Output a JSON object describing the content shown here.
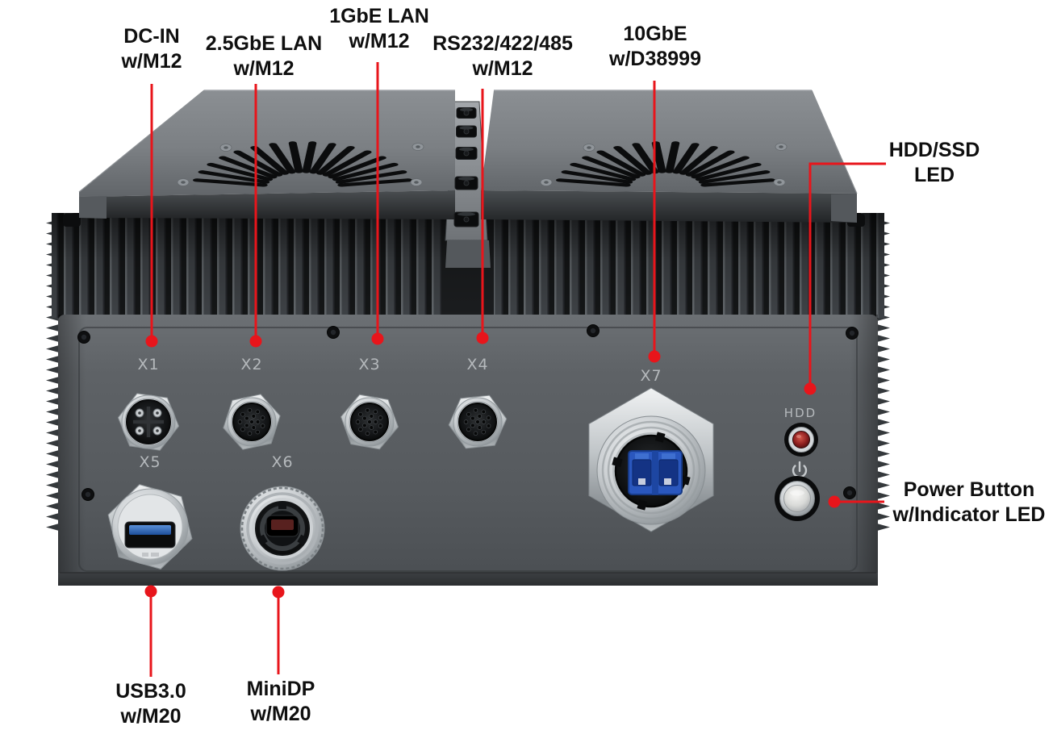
{
  "figure": {
    "kind": "annotated product front-panel diagram"
  },
  "colors": {
    "accent": "#e8151b",
    "usb_blue": "#2e6cc5",
    "fiber_blue": "#2a57be",
    "led_red": "#8e1f1f",
    "chassis_gray": "#5d6165"
  },
  "device": {
    "port_ids": {
      "x1": "X1",
      "x2": "X2",
      "x3": "X3",
      "x4": "X4",
      "x5": "X5",
      "x6": "X6",
      "x7": "X7"
    },
    "hdd_led_label": "HDD"
  },
  "callouts": {
    "dc_in": {
      "line1": "DC-IN",
      "line2": "w/M12"
    },
    "lan_2_5gbe": {
      "line1": "2.5GbE LAN",
      "line2": "w/M12"
    },
    "lan_1gbe": {
      "line1": "1GbE LAN",
      "line2": "w/M12"
    },
    "serial": {
      "line1": "RS232/422/485",
      "line2": "w/M12"
    },
    "ten_gbe": {
      "line1": "10GbE",
      "line2": "w/D38999"
    },
    "hdd_ssd_led": {
      "line1": "HDD/SSD",
      "line2": "LED"
    },
    "power_button": {
      "line1": "Power Button",
      "line2": "w/Indicator LED"
    },
    "usb3": {
      "line1": "USB3.0",
      "line2": "w/M20"
    },
    "minidp": {
      "line1": "MiniDP",
      "line2": "w/M20"
    }
  }
}
